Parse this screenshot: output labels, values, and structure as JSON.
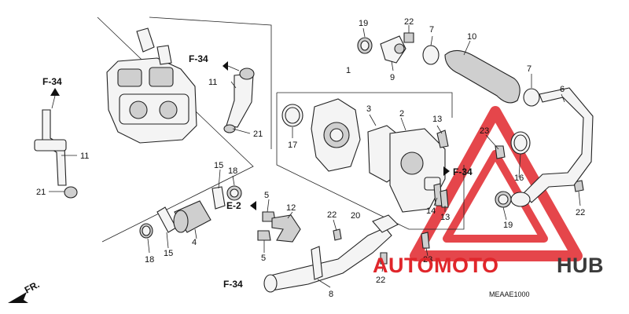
{
  "diagram_code": "MEAAE1000",
  "watermark": {
    "part_a": "AUTOMOTO",
    "part_b": "HUB",
    "red": "#e0262b",
    "dark": "#3b3b3b"
  },
  "refs": {
    "f34": "F-34",
    "e2": "E-2",
    "fr": "FR."
  },
  "callouts": {
    "c1": "1",
    "c2": "2",
    "c3": "3",
    "c4": "4",
    "c5a": "5",
    "c5b": "5",
    "c6": "6",
    "c7a": "7",
    "c7b": "7",
    "c8": "8",
    "c9": "9",
    "c10": "10",
    "c11a": "11",
    "c11b": "11",
    "c12": "12",
    "c13a": "13",
    "c13b": "13",
    "c14": "14",
    "c15a": "15",
    "c15b": "15",
    "c16": "16",
    "c17": "17",
    "c18a": "18",
    "c18b": "18",
    "c19a": "19",
    "c19b": "19",
    "c20": "20",
    "c21a": "21",
    "c21b": "21",
    "c22a": "22",
    "c22b": "22",
    "c22c": "22",
    "c22d": "22",
    "c23a": "23",
    "c23b": "23"
  }
}
